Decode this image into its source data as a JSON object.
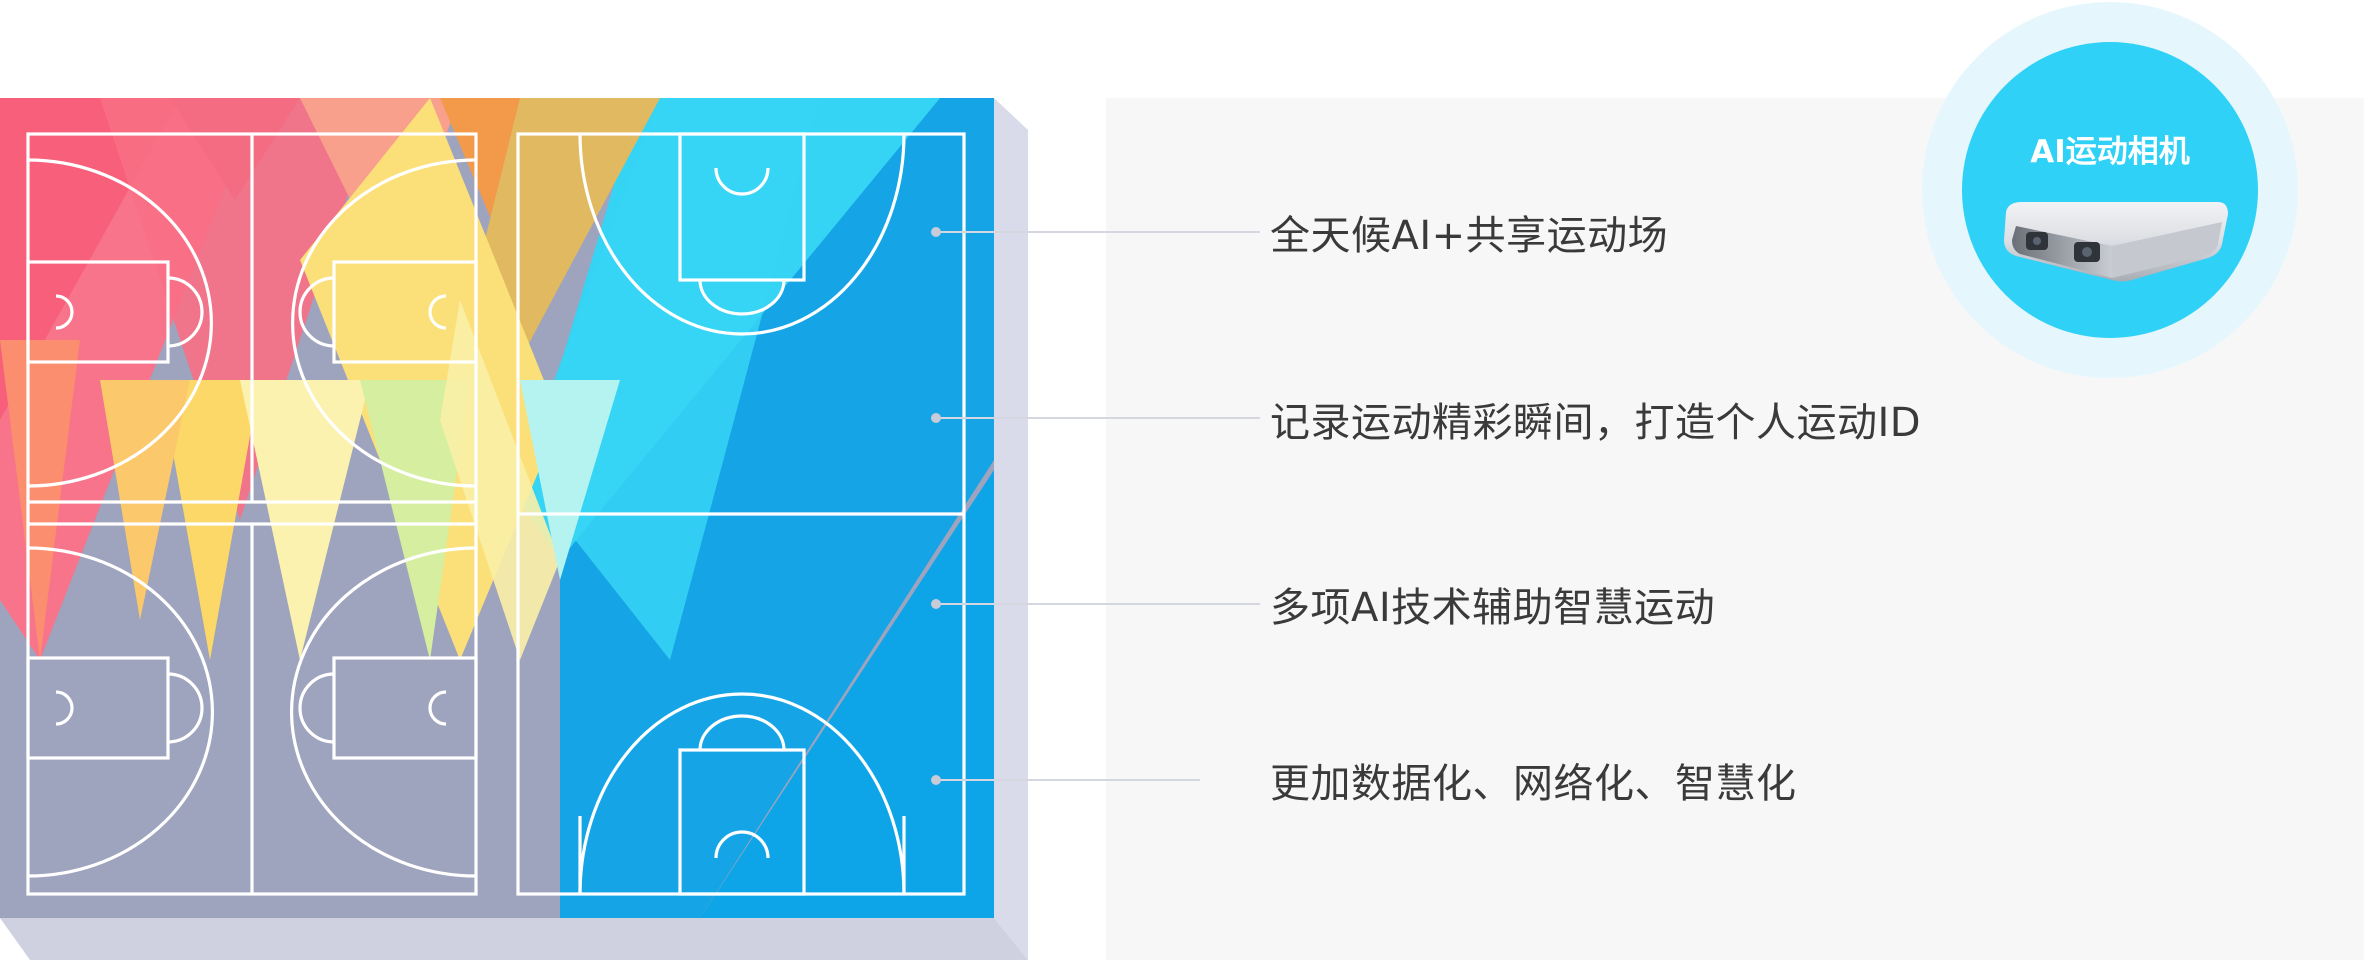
{
  "badge": {
    "title": "AI运动相机",
    "background_color": "#2fd1f7",
    "halo_color": "#e5f7fd",
    "icon": "camera-icon"
  },
  "features": [
    {
      "label": "全天候AI+共享运动场"
    },
    {
      "label": "记录运动精彩瞬间，打造个人运动ID"
    },
    {
      "label": "多项AI技术辅助智慧运动"
    },
    {
      "label": "更加数据化、网络化、智慧化"
    }
  ],
  "illustration": {
    "icon": "basketball-courts-illustration",
    "court_base_color": "#9ea3be",
    "accent_blue": "#0ea5e8",
    "accent_cyan": "#36d4f4",
    "accent_red": "#f75f7a",
    "accent_yellow": "#fbe07a"
  }
}
